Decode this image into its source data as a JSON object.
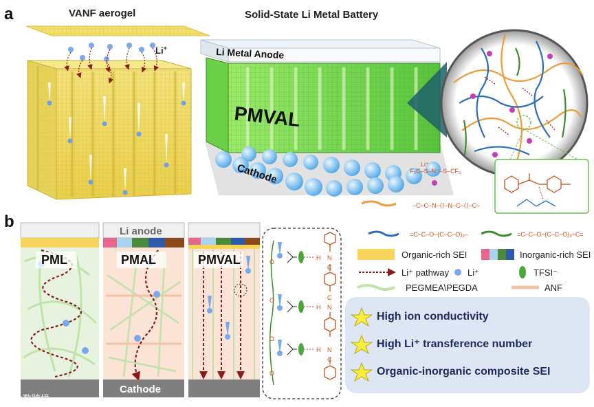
{
  "panel_a": {
    "letter": "a",
    "aerogel_title": "VANF aerogel",
    "battery_title": "Solid-State Li Metal Battery",
    "li_ion_label": "Li",
    "li_ion_sup": "+",
    "anode_label": "Li Metal Anode",
    "electrolyte_label": "PMVAL",
    "cathode_label": "Cathode"
  },
  "panel_b": {
    "letter": "b",
    "li_anode_label": "Li anode",
    "cathode_label": "Cathode",
    "columns": [
      {
        "label": "PML"
      },
      {
        "label": "PMAL"
      },
      {
        "label": "PMVAL"
      }
    ],
    "structure_atoms": {
      "oxygen": "O",
      "hydrogen": "H",
      "nitrogen": "N",
      "carbon": "C"
    }
  },
  "legend": {
    "organic_sei": "Organic-rich SEI",
    "inorganic_sei": "Inorganic-rich SEI",
    "li_pathway": "Li⁺ pathway",
    "li_ion": "Li⁺",
    "tfsi": "TFSI⁻",
    "pegmea": "PEGMEA\\PEGDA",
    "anf": "ANF"
  },
  "highlights": [
    "High ion conductivity",
    "High Li⁺ transference number",
    "Organic-inorganic composite SEI"
  ],
  "watermark": "大数跨境",
  "colors": {
    "yellow_sei": "#f6d35a",
    "electrolyte_green": "#7fe05a",
    "li_blue": "#6ea0e8",
    "pathway_red": "#8b1a1a",
    "highlight_box": "#dfe6f3",
    "star": "#f4ee3c"
  }
}
